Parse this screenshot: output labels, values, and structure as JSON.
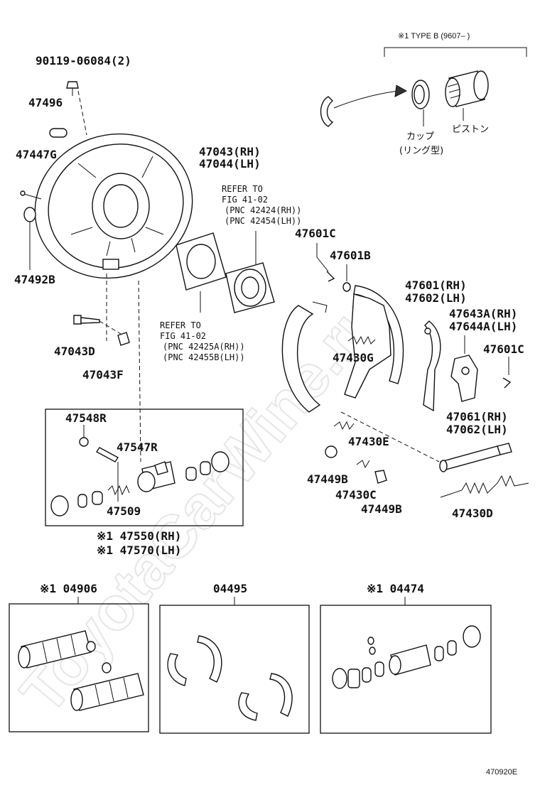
{
  "watermark": "ToyotaCarWine.ru",
  "type_b_note": "※1 TYPE B (9607–   )",
  "japanese_labels": {
    "cup": "カップ",
    "ring_type": "(リング型)",
    "piston": "ピストン"
  },
  "refer_top": {
    "line1": "REFER TO",
    "line2": "FIG 41-02",
    "line3": "(PNC 42424(RH))",
    "line4": "(PNC 42454(LH))"
  },
  "refer_bottom": {
    "line1": "REFER TO",
    "line2": "FIG 41-02",
    "line3": "(PNC 42425A(RH))",
    "line4": "(PNC 42455B(LH))"
  },
  "part_numbers": {
    "p90119": "90119-06084(2)",
    "p47496": "47496",
    "p47447G": "47447G",
    "p47043": "47043(RH)",
    "p47044": "47044(LH)",
    "p47492B": "47492B",
    "p47043D": "47043D",
    "p47043F": "47043F",
    "p47601C_top": "47601C",
    "p47601B": "47601B",
    "p47601": "47601(RH)",
    "p47602": "47602(LH)",
    "p47643A": "47643A(RH)",
    "p47644A": "47644A(LH)",
    "p47601C_right": "47601C",
    "p47430G": "47430G",
    "p47061": "47061(RH)",
    "p47062": "47062(LH)",
    "p47430E": "47430E",
    "p47449B_left": "47449B",
    "p47430C": "47430C",
    "p47449B_right": "47449B",
    "p47430D": "47430D",
    "p47548R": "47548R",
    "p47547R": "47547R",
    "p47509": "47509",
    "p47550": "※1 47550(RH)",
    "p47570": "※1 47570(LH)"
  },
  "kits": {
    "k04906": "※1 04906",
    "k04495": "04495",
    "k04474": "※1 04474"
  },
  "figure_code": "470920E"
}
